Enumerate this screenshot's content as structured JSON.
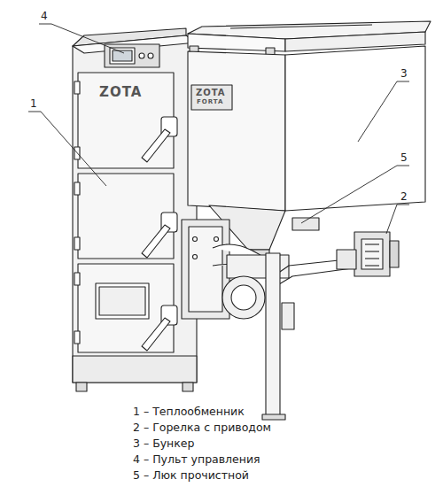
{
  "diagram": {
    "labels": [
      "4",
      "1",
      "3",
      "5",
      "2",
      "ZOTA",
      "ZOTA",
      "FORTA",
      "1 – Теплообменник",
      "2 – Горелка с приводом",
      "3 – Бункер",
      "4 – Пульт управления",
      "5 – Люк прочистной"
    ]
  }
}
